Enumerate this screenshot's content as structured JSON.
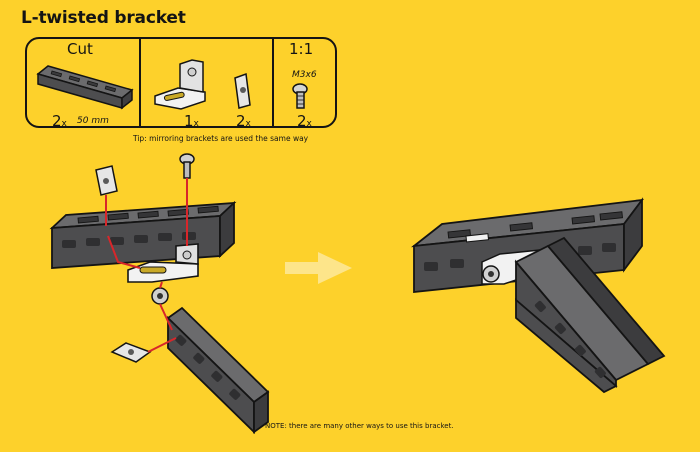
{
  "title": "L-twisted bracket",
  "parts": {
    "cut_heading": "Cut",
    "scale_heading": "1:1",
    "beam_qty": "2",
    "beam_length": "50 mm",
    "bracket_qty": "1",
    "nut_qty": "2",
    "screw_qty": "2",
    "screw_spec": "M3x6",
    "qty_suffix": "x"
  },
  "tip": "Tip: mirroring brackets are used the same way",
  "note": "NOTE: there are many other ways to use this bracket.",
  "colors": {
    "background": "#fdd12b",
    "beam": "#5b5b5d",
    "beam_dark": "#3f3f41",
    "outline": "#141414",
    "bracket": "#efefef",
    "guide_line": "#d8262a",
    "arrow": "#fde58a"
  }
}
